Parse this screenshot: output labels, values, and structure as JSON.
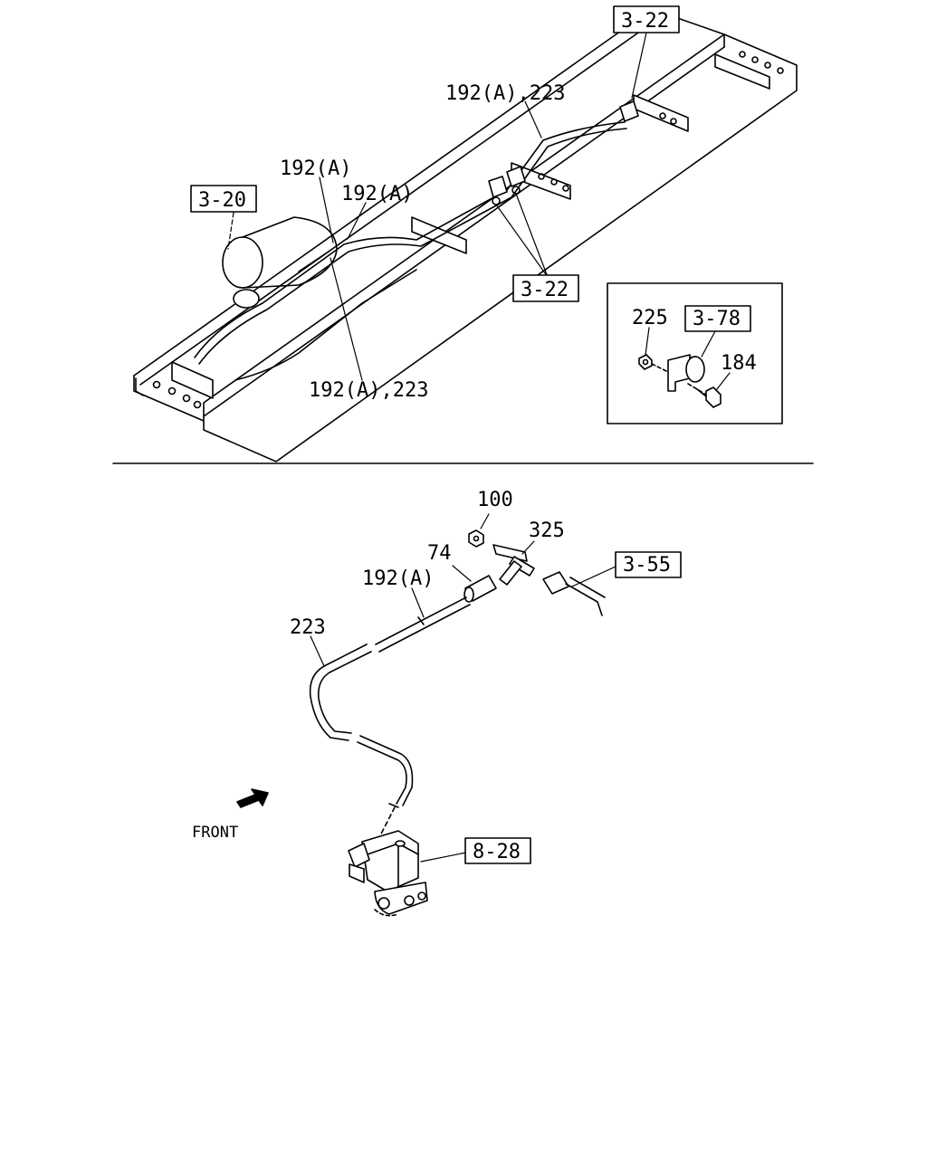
{
  "diagram": {
    "top_labels": {
      "ref_3_22_top": "3-22",
      "ref_3_20": "3-20",
      "ref_3_22_mid": "3-22",
      "pipe_192a_223_top": "192(A),223",
      "pipe_192a_left": "192(A)",
      "pipe_192a_mid": "192(A)",
      "pipe_192a_223_bottom": "192(A),223"
    },
    "inset_labels": {
      "part_225": "225",
      "ref_3_78": "3-78",
      "part_184": "184"
    },
    "bottom_labels": {
      "part_100": "100",
      "part_325": "325",
      "part_74": "74",
      "ref_3_55": "3-55",
      "pipe_192a": "192(A)",
      "pipe_223": "223",
      "ref_8_28": "8-28",
      "front_label": "FRONT"
    }
  }
}
